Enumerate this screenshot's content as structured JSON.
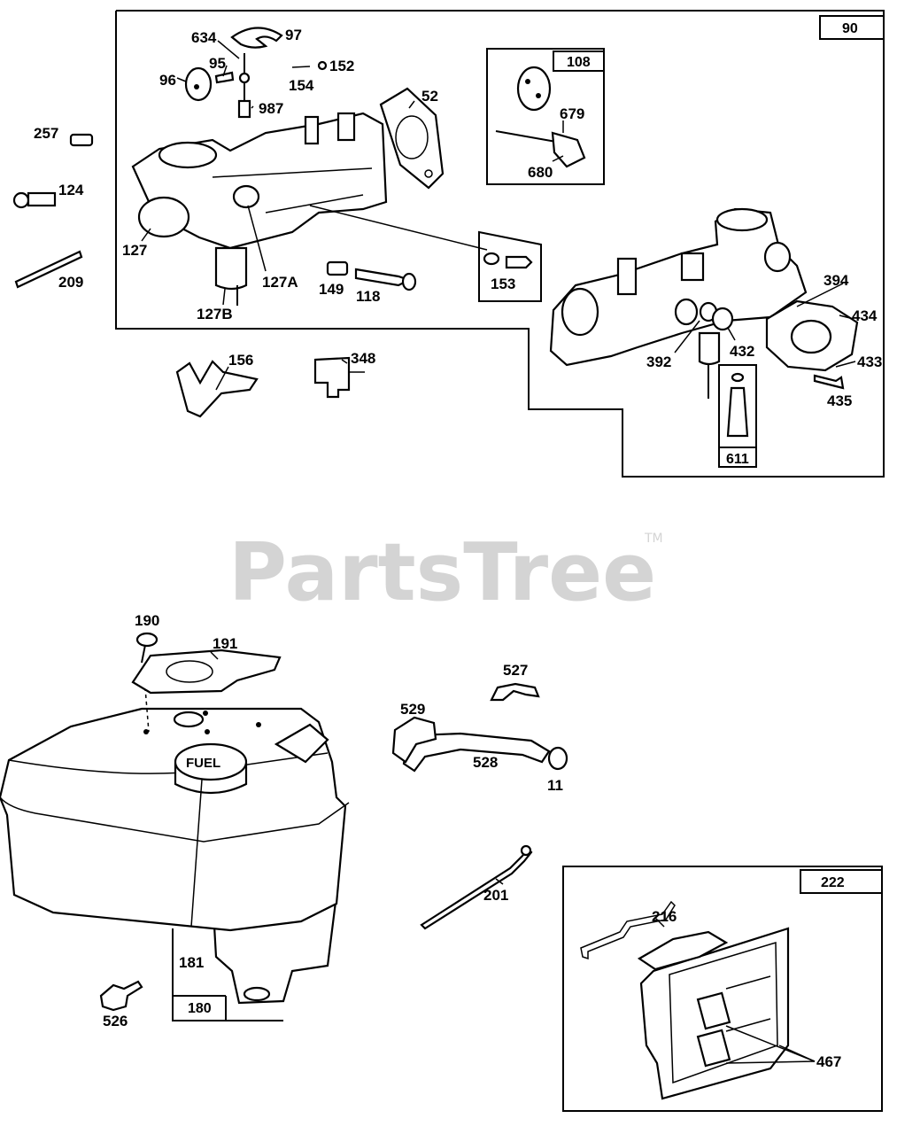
{
  "watermark": {
    "text": "PartsTree",
    "trademark": "TM"
  },
  "boxes": {
    "carburetor": "90",
    "kit_108": "108",
    "part_611": "611",
    "bracket_180": "180",
    "kit_222": "222"
  },
  "labels": [
    "634",
    "97",
    "95",
    "96",
    "987",
    "152",
    "154",
    "52",
    "257",
    "124",
    "209",
    "127",
    "127A",
    "127B",
    "149",
    "118",
    "153",
    "679",
    "680",
    "394",
    "434",
    "432",
    "392",
    "433",
    "435",
    "156",
    "348",
    "190",
    "191",
    "527",
    "529",
    "528",
    "11",
    "181",
    "526",
    "201",
    "216",
    "467"
  ],
  "fuel_cap_text": "FUEL"
}
